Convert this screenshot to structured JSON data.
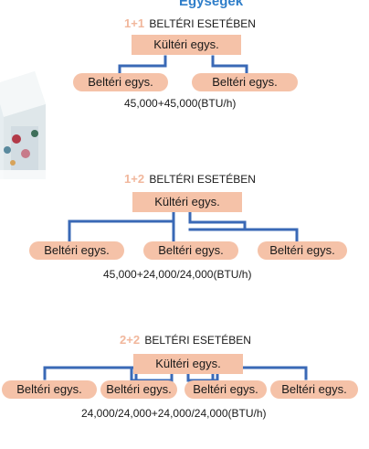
{
  "header_clip": "Egységek",
  "sections": [
    {
      "number": "1+1",
      "title": "BELTÉRI ESETÉBEN",
      "outdoor": "Kültéri egys.",
      "indoor": [
        "Beltéri egys.",
        "Beltéri egys."
      ],
      "capacity": "45,000+45,000(BTU/h)"
    },
    {
      "number": "1+2",
      "title": "BELTÉRI ESETÉBEN",
      "outdoor": "Kültéri egys.",
      "indoor": [
        "Beltéri egys.",
        "Beltéri egys.",
        "Beltéri egys."
      ],
      "capacity": "45,000+24,000/24,000(BTU/h)"
    },
    {
      "number": "2+2",
      "title": "BELTÉRI ESETÉBEN",
      "outdoor": "Kültéri egys.",
      "indoor": [
        "Beltéri egys.",
        "Beltéri egys.",
        "Beltéri egys.",
        "Beltéri egys."
      ],
      "capacity": "24,000/24,000+24,000/24,000(BTU/h)"
    }
  ],
  "colors": {
    "box_fill": "#f5c2a8",
    "line_blue": "#3a69b6",
    "number_peach": "#f1b79c",
    "header_blue": "#2f7ec9"
  }
}
